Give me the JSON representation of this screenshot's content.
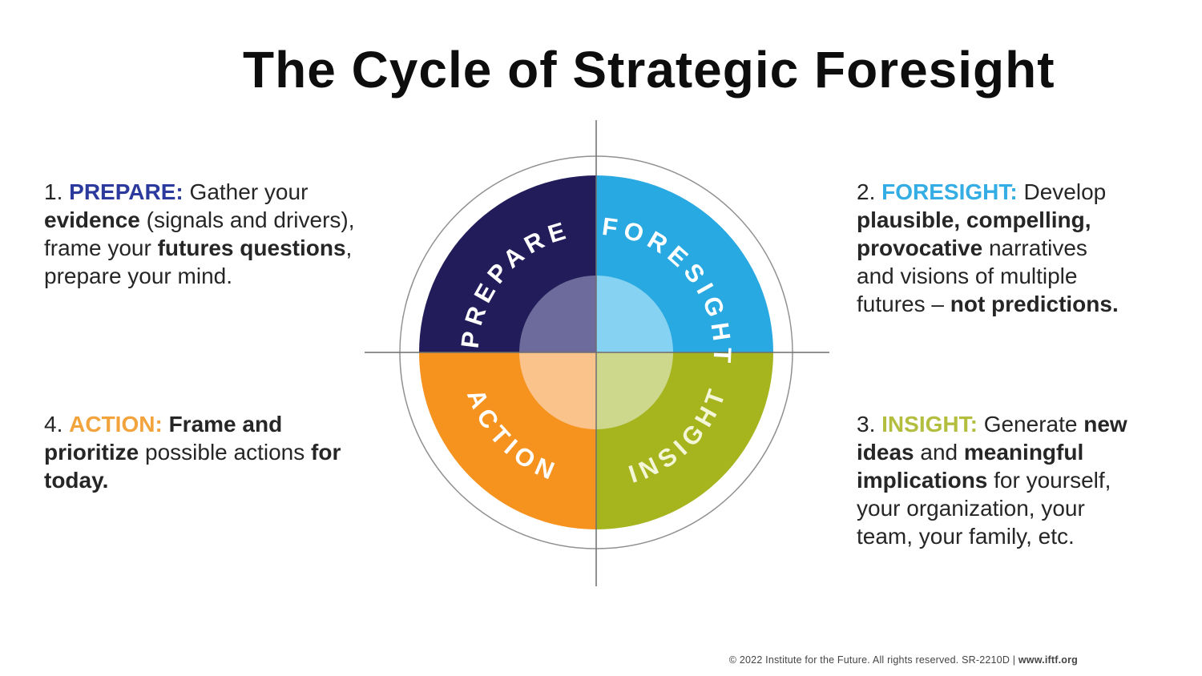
{
  "title": "The Cycle of Strategic Foresight",
  "steps": {
    "prepare": {
      "segments": [
        {
          "t": "1. "
        },
        {
          "t": "PREPARE:",
          "b": true,
          "c": "#2b3a9c"
        },
        {
          "t": " Gather your\n"
        },
        {
          "t": "evidence",
          "b": true
        },
        {
          "t": " (signals and drivers),\nframe your "
        },
        {
          "t": "futures questions",
          "b": true
        },
        {
          "t": ",\nprepare your mind."
        }
      ]
    },
    "foresight": {
      "segments": [
        {
          "t": "2. "
        },
        {
          "t": "FORESIGHT:",
          "b": true,
          "c": "#33ade4"
        },
        {
          "t": " Develop\n"
        },
        {
          "t": "plausible, compelling,",
          "b": true
        },
        {
          "t": "\n"
        },
        {
          "t": "provocative",
          "b": true
        },
        {
          "t": " narratives\nand visions of multiple\nfutures – "
        },
        {
          "t": "not predictions.",
          "b": true
        }
      ]
    },
    "insight": {
      "segments": [
        {
          "t": "3. "
        },
        {
          "t": "INSIGHT:",
          "b": true,
          "c": "#b4be3e"
        },
        {
          "t": " Generate "
        },
        {
          "t": "new\nideas",
          "b": true
        },
        {
          "t": " and "
        },
        {
          "t": "meaningful\nimplications",
          "b": true
        },
        {
          "t": " for yourself,\nyour organization, your\nteam, your family, etc."
        }
      ]
    },
    "action": {
      "segments": [
        {
          "t": "4. "
        },
        {
          "t": "ACTION:",
          "b": true,
          "c": "#f2a33c"
        },
        {
          "t": " "
        },
        {
          "t": "Frame and\nprioritize",
          "b": true
        },
        {
          "t": " possible actions "
        },
        {
          "t": "for\ntoday.",
          "b": true
        }
      ]
    }
  },
  "wheel": {
    "labels": {
      "prepare": "PREPARE",
      "foresight": "FORESIGHT",
      "insight": "INSIGHT",
      "action": "ACTION"
    },
    "colors": {
      "prepare": "#221c5a",
      "foresight": "#29a9e1",
      "insight": "#a6b41e",
      "action": "#f6921e",
      "prepare_inner": "#6d6b9b",
      "foresight_inner": "#85d2f2",
      "insight_inner": "#cdd88d",
      "action_inner": "#fbc38c",
      "label_text": "#ffffff",
      "insight_label_text": "#f3f6d7",
      "axis": "#6e6e6e",
      "ring": "#909090"
    }
  },
  "footer": {
    "segments": [
      {
        "t": "© 2022 Institute for the Future. All rights reserved. SR-2210D | "
      },
      {
        "t": "www.iftf.org",
        "b": true
      }
    ]
  }
}
